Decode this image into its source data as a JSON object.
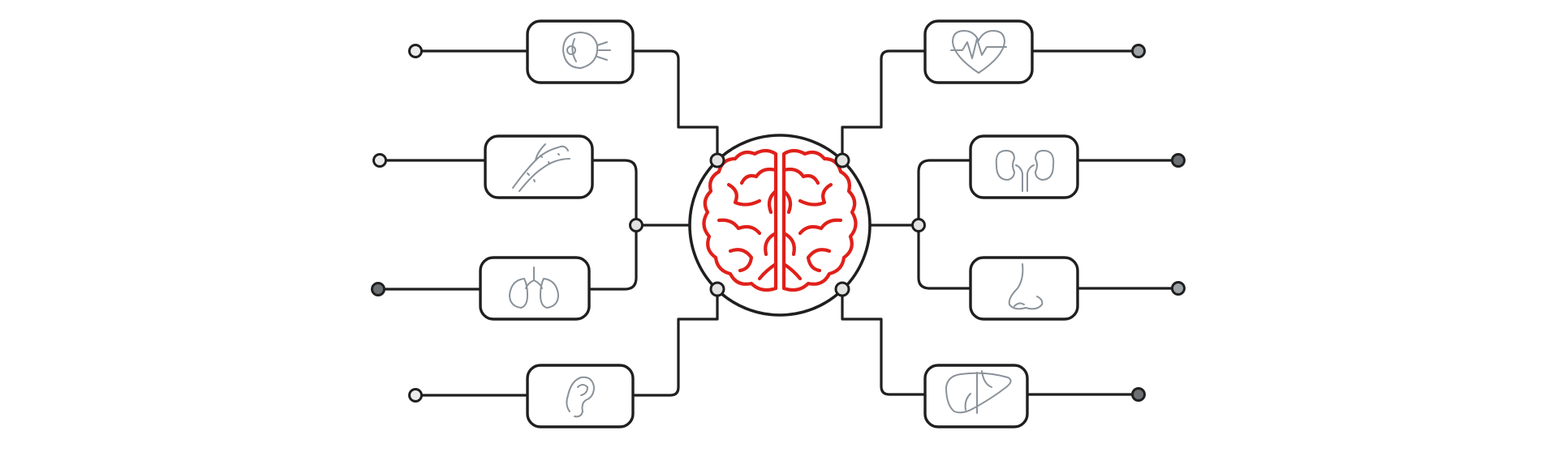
{
  "colors": {
    "line": "#1f1f1f",
    "brain": "#e0201a",
    "icon_stroke": "#8a929a",
    "box_fill": "#ffffff",
    "node_light": "#eaece9",
    "node_dark": "#6b6f73",
    "node_mid": "#9da2a6"
  },
  "center": {
    "icon": "brain-icon"
  },
  "organs": [
    {
      "id": "eye",
      "icon": "eye-icon",
      "side": "left"
    },
    {
      "id": "blood-vessel",
      "icon": "blood-vessel-icon",
      "side": "left"
    },
    {
      "id": "lungs",
      "icon": "lungs-icon",
      "side": "left"
    },
    {
      "id": "ear",
      "icon": "ear-icon",
      "side": "left"
    },
    {
      "id": "heart",
      "icon": "heart-icon",
      "side": "right"
    },
    {
      "id": "kidneys",
      "icon": "kidneys-icon",
      "side": "right"
    },
    {
      "id": "nose",
      "icon": "nose-icon",
      "side": "right"
    },
    {
      "id": "liver",
      "icon": "liver-icon",
      "side": "right"
    }
  ]
}
